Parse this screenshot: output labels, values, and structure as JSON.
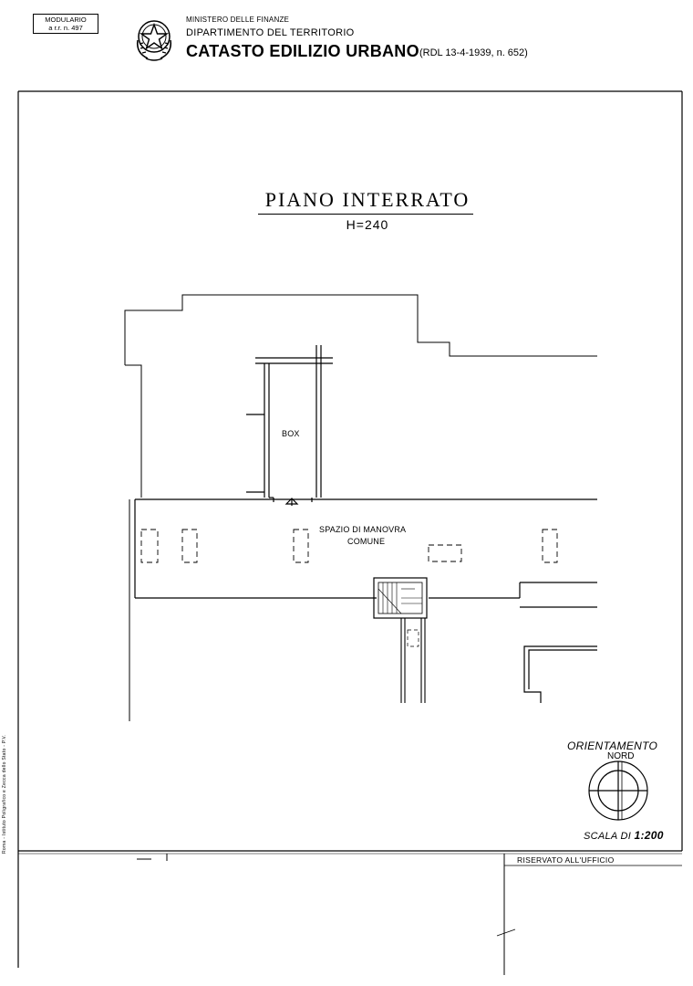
{
  "header": {
    "modulario_line1": "MODULARIO",
    "modulario_line2": "a r.r. n. 497",
    "ministero": "MINISTERO DELLE FINANZE",
    "dipartimento": "DIPARTIMENTO DEL TERRITORIO",
    "catasto": "CATASTO EDILIZIO URBANO",
    "rdl": "(RDL 13-4-1939, n. 652)"
  },
  "plan": {
    "title": "PIANO INTERRATO",
    "height": "H=240",
    "labels": {
      "box": "BOX",
      "spazio": "SPAZIO DI MANOVRA",
      "comune": "COMUNE"
    }
  },
  "orientation": {
    "title": "ORIENTAMENTO",
    "nord": "NORD"
  },
  "scale": {
    "prefix": "SCALA DI",
    "value": "1:200"
  },
  "footer": {
    "riservato": "RISERVATO ALL'UFFICIO",
    "side_note": "Roma - Istituto Poligrafico e Zecca dello Stato - P.V."
  }
}
